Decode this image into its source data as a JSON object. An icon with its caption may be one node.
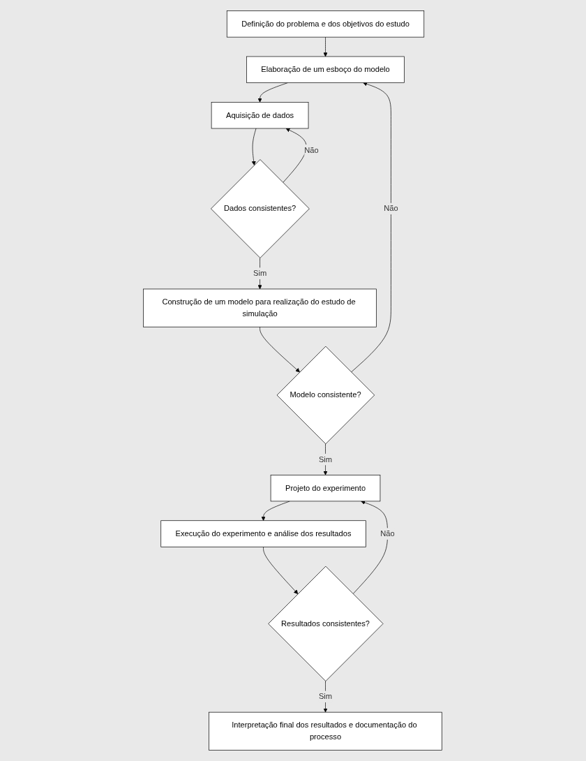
{
  "diagram": {
    "nodes": [
      {
        "text": [
          "Definição do problema e dos objetivos do estudo"
        ]
      },
      {
        "text": [
          "Elaboração de um esboço do modelo"
        ]
      },
      {
        "text": [
          "Aquisição de dados"
        ]
      },
      {
        "text": [
          "Dados consistentes?"
        ]
      },
      {
        "text": [
          "Construção de um modelo para realização do estudo de simulação"
        ]
      },
      {
        "text": [
          "Modelo consistente?"
        ]
      },
      {
        "text": [
          "Projeto do experimento"
        ]
      },
      {
        "text": [
          "Execução do experimento e análise dos resultados"
        ]
      },
      {
        "text": [
          "Resultados consistentes?"
        ]
      },
      {
        "text": [
          "Interpretação final dos resultados e documentação do processo"
        ]
      }
    ],
    "edges": [
      {
        "from": 0,
        "to": 1,
        "arrow": "to"
      },
      {
        "from": 1,
        "to": 2,
        "arrow": "to"
      },
      {
        "from": 2,
        "to": 3,
        "arrow": "to"
      },
      {
        "from": 3,
        "to": 2,
        "arrow": "to",
        "label": "Não"
      },
      {
        "from": 3,
        "to": 4,
        "arrow": "to",
        "label": "Sim"
      },
      {
        "from": 4,
        "to": 5,
        "arrow": "to"
      },
      {
        "from": 5,
        "to": 1,
        "arrow": "to",
        "label": "Não"
      },
      {
        "from": 5,
        "to": 6,
        "arrow": "to",
        "label": "Sim"
      },
      {
        "from": 6,
        "to": 7,
        "arrow": "to"
      },
      {
        "from": 7,
        "to": 8,
        "arrow": "to"
      },
      {
        "from": 8,
        "to": 6,
        "arrow": "to",
        "label": "Não"
      },
      {
        "from": 8,
        "to": 9,
        "arrow": "to",
        "label": "Sim"
      }
    ]
  }
}
